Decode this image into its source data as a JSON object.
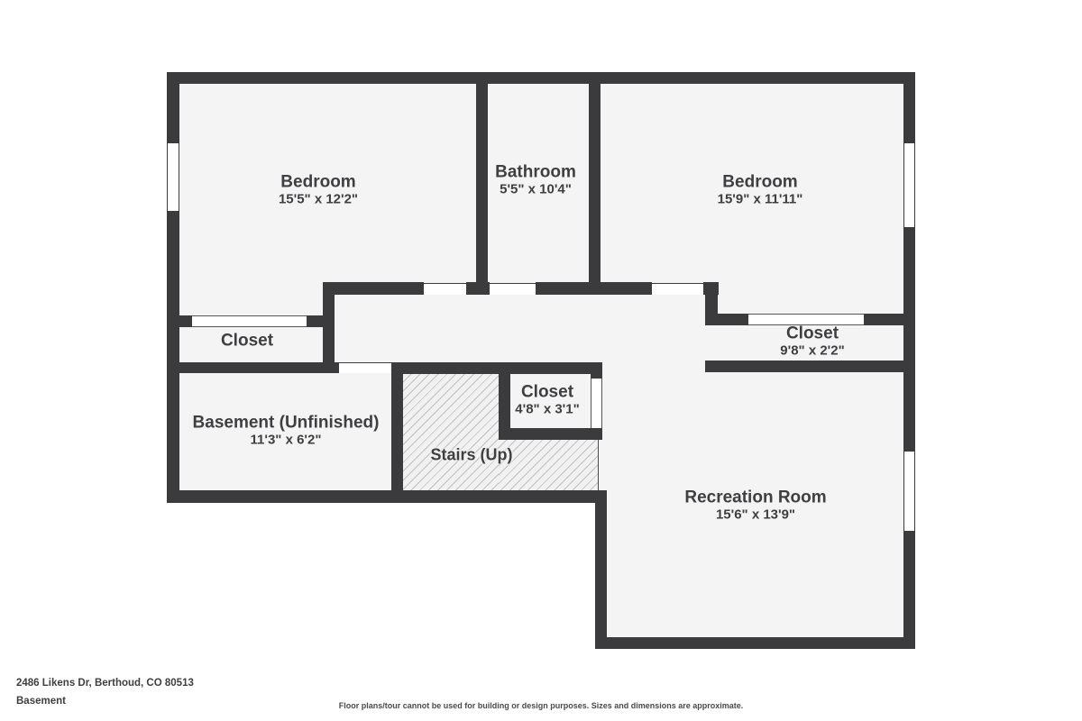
{
  "plan": {
    "colors": {
      "wall": "#3b3b3d",
      "floor": "#f4f4f4",
      "hatch_background": "#f1f1f1",
      "hatch_line": "#bfbfbf",
      "label_text": "#3f3f42",
      "background": "#ffffff"
    },
    "rooms": [
      {
        "id": "bedroom-left",
        "name": "Bedroom",
        "dims": "15'5\" x 12'2\""
      },
      {
        "id": "bathroom",
        "name": "Bathroom",
        "dims": "5'5\" x 10'4\""
      },
      {
        "id": "bedroom-right",
        "name": "Bedroom",
        "dims": "15'9\" x 11'11\""
      },
      {
        "id": "closet-left",
        "name": "Closet",
        "dims": ""
      },
      {
        "id": "closet-right",
        "name": "Closet",
        "dims": "9'8\" x 2'2\""
      },
      {
        "id": "basement",
        "name": "Basement (Unfinished)",
        "dims": "11'3\" x 6'2\""
      },
      {
        "id": "closet-stairs",
        "name": "Closet",
        "dims": "4'8\" x 3'1\""
      },
      {
        "id": "stairs",
        "name": "Stairs (Up)",
        "dims": ""
      },
      {
        "id": "recreation",
        "name": "Recreation Room",
        "dims": "15'6\" x 13'9\""
      }
    ]
  },
  "footer": {
    "address": "2486 Likens Dr, Berthoud, CO 80513",
    "floor_name": "Basement",
    "disclaimer": "Floor plans/tour cannot be used for building or design purposes. Sizes and dimensions are approximate."
  }
}
